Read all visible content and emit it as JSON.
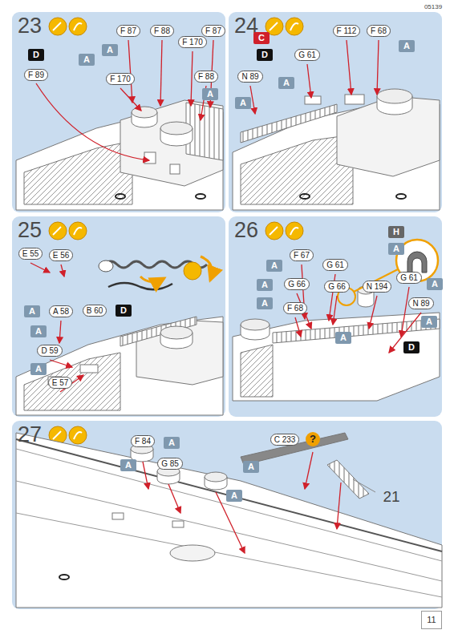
{
  "diagram": {
    "nodes": [
      {
        "text": [
          "23"
        ]
      },
      {
        "text": [
          "24"
        ]
      },
      {
        "text": [
          "25"
        ]
      },
      {
        "text": [
          "26"
        ]
      },
      {
        "text": [
          "27"
        ]
      }
    ],
    "labels": [
      "05139",
      "F 87",
      "F 88",
      "F 170",
      "F 87",
      "A",
      "F 170",
      "F 88",
      "A",
      "D",
      "A",
      "F 89",
      "C",
      "F 112",
      "F 68",
      "A",
      "D",
      "G 61",
      "A",
      "N 89",
      "A",
      "E 55",
      "E 56",
      "B 60",
      "D",
      "A",
      "A 58",
      "A",
      "D 59",
      "A",
      "E 57",
      "H",
      "A",
      "F 67",
      "G 61",
      "A",
      "G 66",
      "A",
      "G 66",
      "N 194",
      "G 61",
      "A",
      "A",
      "F 68",
      "N 89",
      "A",
      "A",
      "D",
      "F 84",
      "A",
      "G 85",
      "A",
      "A",
      "C 233",
      "?",
      "A",
      "21",
      "11"
    ]
  }
}
